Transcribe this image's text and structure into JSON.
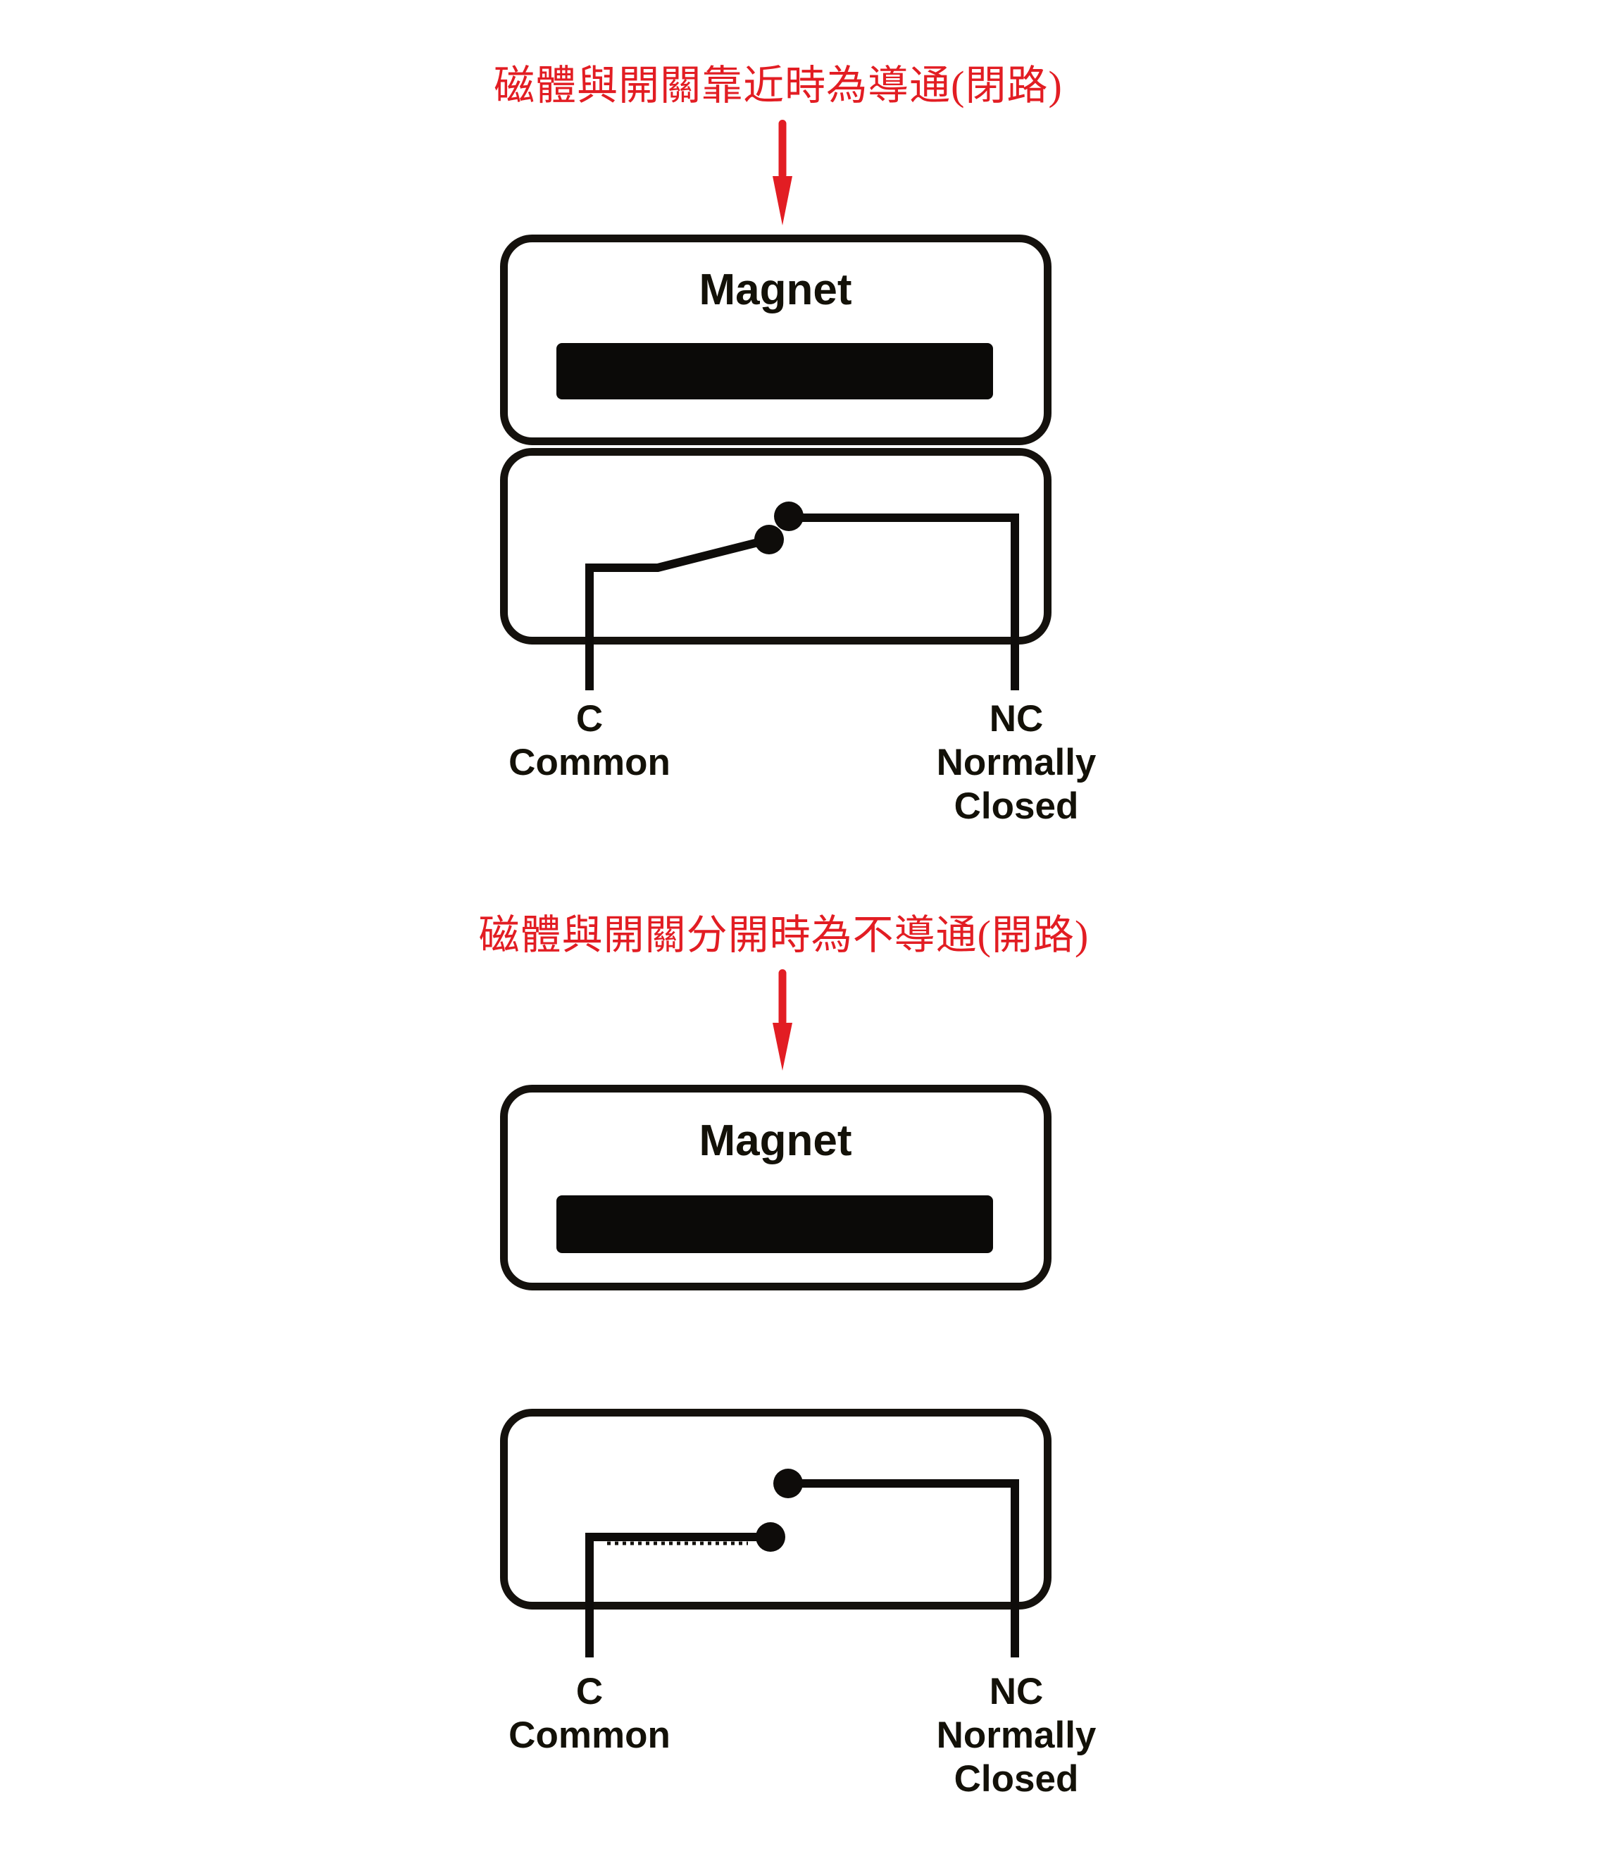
{
  "palette": {
    "accent_red": "#e21d23",
    "line_ink": "#14110d",
    "text_ink": "#131108",
    "background": "#ffffff"
  },
  "sections": [
    {
      "title": "磁體與開關靠近時為導通(閉路)",
      "magnet": {
        "label": "Magnet"
      },
      "switch": {
        "contact_state": "closed"
      },
      "terminals": {
        "common": {
          "abbr": "C",
          "label": "Common"
        },
        "normally_closed": {
          "abbr": "NC",
          "label_line1": "Normally",
          "label_line2": "Closed"
        }
      }
    },
    {
      "title": "磁體與開關分開時為不導通(開路)",
      "magnet": {
        "label": "Magnet"
      },
      "switch": {
        "contact_state": "open"
      },
      "terminals": {
        "common": {
          "abbr": "C",
          "label": "Common"
        },
        "normally_closed": {
          "abbr": "NC",
          "label_line1": "Normally",
          "label_line2": "Closed"
        }
      }
    }
  ]
}
